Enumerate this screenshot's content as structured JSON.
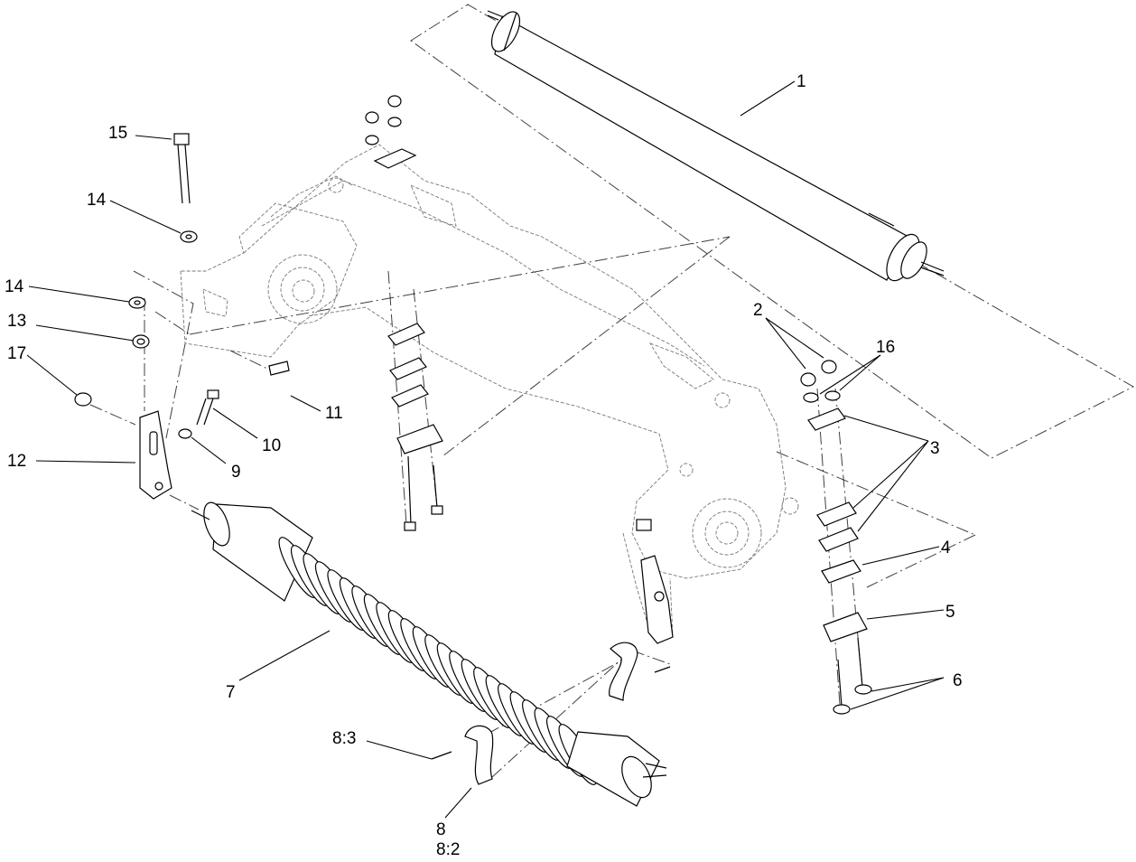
{
  "callouts": {
    "c1": "1",
    "c2": "2",
    "c3": "3",
    "c4": "4",
    "c5": "5",
    "c6": "6",
    "c7": "7",
    "c8": "8",
    "c8_2": "8:2",
    "c8_3": "8:3",
    "c9": "9",
    "c10": "10",
    "c11": "11",
    "c12": "12",
    "c13": "13",
    "c14a": "14",
    "c14b": "14",
    "c15": "15",
    "c16": "16",
    "c17": "17"
  }
}
